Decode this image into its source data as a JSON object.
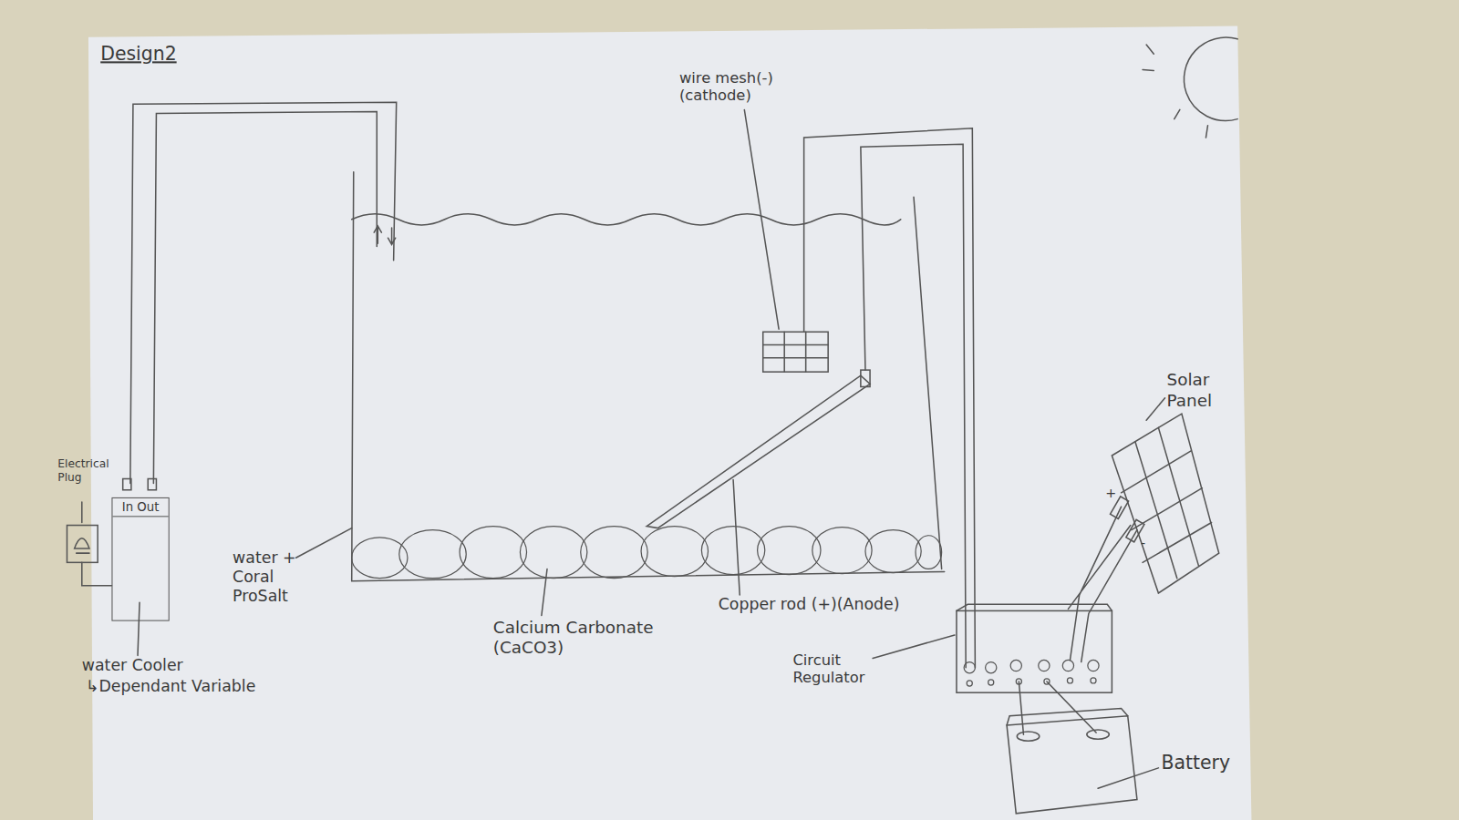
{
  "diagram": {
    "nodes": [
      {
        "text": [
          "In Out"
        ]
      }
    ],
    "labels": [
      "Design2",
      "wire mesh(-) (cathode)",
      "Electrical Plug",
      "water + Coral ProSalt",
      "water Cooler",
      "↳Dependant Variable",
      "Calcium Carbonate (CaCO3)",
      "Copper rod (+)(Anode)",
      "Circuit Regulator",
      "Solar Panel",
      "Battery",
      "+",
      "-"
    ]
  }
}
